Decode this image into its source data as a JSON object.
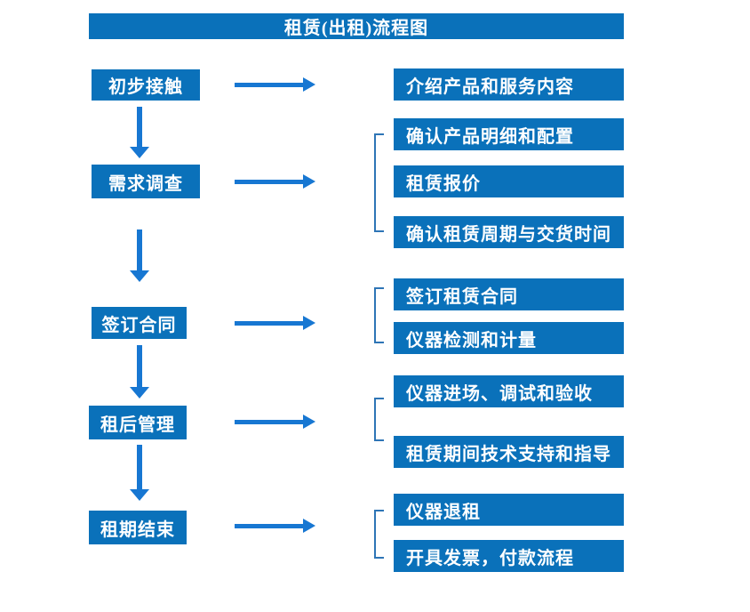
{
  "title": "租赁(出租)流程图",
  "colors": {
    "box_blue": "#0a71ba",
    "arrow_blue": "#1777d2",
    "bracket_blue": "#2e75b6",
    "text_white": "#ffffff"
  },
  "stages": [
    {
      "label": "初步接触",
      "details": [
        "介绍产品和服务内容"
      ]
    },
    {
      "label": "需求调查",
      "details": [
        "确认产品明细和配置",
        "租赁报价",
        "确认租赁周期与交货时间"
      ]
    },
    {
      "label": "签订合同",
      "details": [
        "签订租赁合同",
        "仪器检测和计量"
      ]
    },
    {
      "label": "租后管理",
      "details": [
        "仪器进场、调试和验收",
        "租赁期间技术支持和指导"
      ]
    },
    {
      "label": "租期结束",
      "details": [
        "仪器退租",
        "开具发票，付款流程"
      ]
    }
  ]
}
